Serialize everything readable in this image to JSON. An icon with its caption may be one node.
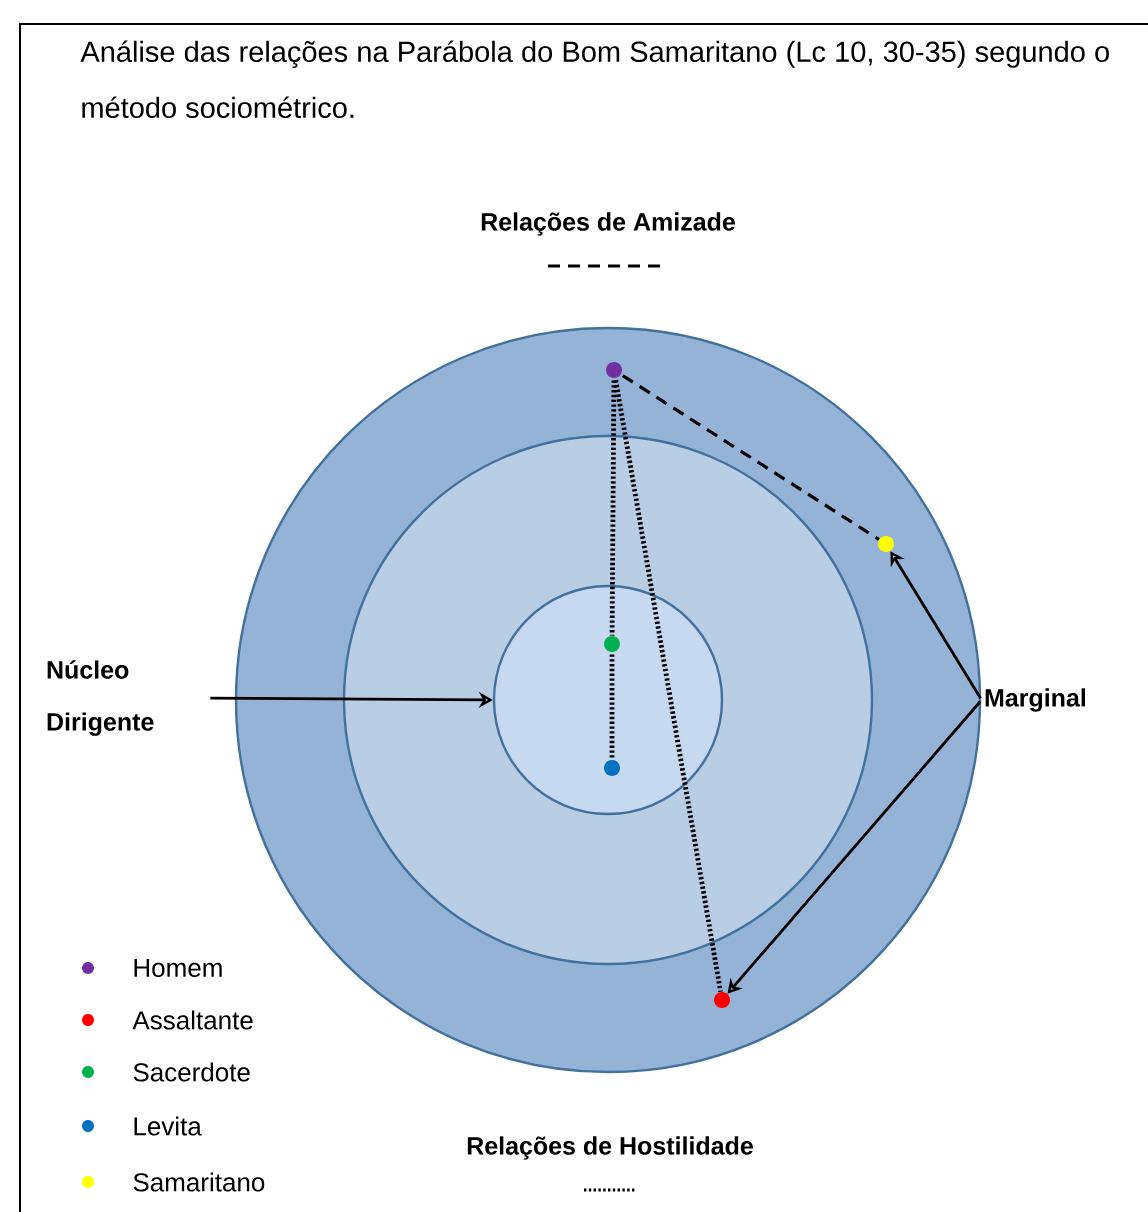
{
  "diagram": {
    "title": "Análise das relações na Parábola do Bom Samaritano (Lc 10, 30-35) segundo o método sociométrico.",
    "nodes": [
      {
        "text": [],
        "shape": "circle"
      },
      {
        "text": [],
        "shape": "circle",
        "in": 0
      },
      {
        "text": [],
        "shape": "circle",
        "in": 1
      },
      {
        "text": [],
        "shape": "circle",
        "in": 0
      },
      {
        "text": [],
        "shape": "circle",
        "in": 0
      },
      {
        "text": [],
        "shape": "circle",
        "in": 2
      },
      {
        "text": [],
        "shape": "circle",
        "in": 2
      },
      {
        "text": [],
        "shape": "circle",
        "in": 0
      },
      {
        "text": [
          "Núcleo Dirigente"
        ]
      },
      {
        "text": [
          "Marginal"
        ]
      }
    ],
    "edges": [
      {
        "from": 3,
        "to": 4,
        "arrow": "none",
        "style": "dashed"
      },
      {
        "from": 3,
        "to": 5,
        "arrow": "none",
        "style": "dashed"
      },
      {
        "from": 5,
        "to": 6,
        "arrow": "none",
        "style": "dashed"
      },
      {
        "from": 3,
        "to": 7,
        "arrow": "none",
        "style": "dashed"
      },
      {
        "from": 8,
        "to": 2,
        "arrow": "to"
      },
      {
        "from": 9,
        "to": 4,
        "arrow": "to"
      },
      {
        "from": 9,
        "to": 7,
        "arrow": "to"
      }
    ],
    "legend": [
      {
        "text": "Relações de Amizade"
      },
      {
        "text": "Relações de Hostilidade"
      },
      {
        "text": "Homem",
        "color": "#7030a0"
      },
      {
        "text": "Assaltante",
        "color": "#ff0000"
      },
      {
        "text": "Sacerdote",
        "color": "#00b050"
      },
      {
        "text": "Levita",
        "color": "#0070c0"
      },
      {
        "text": "Samaritano",
        "color": "#ffff00"
      }
    ]
  }
}
